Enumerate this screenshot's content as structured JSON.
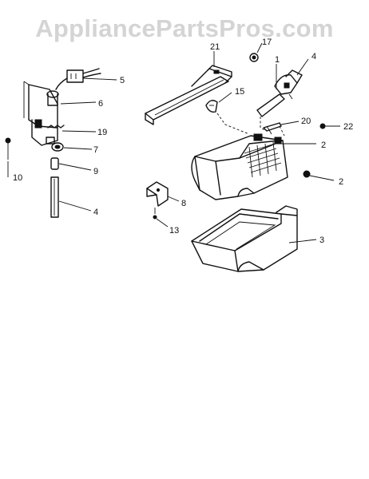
{
  "watermark": "AppliancePartsPros.com",
  "labels": {
    "l1": "1",
    "l2a": "2",
    "l2b": "2",
    "l3": "3",
    "l4a": "4",
    "l4b": "4",
    "l5": "5",
    "l6": "6",
    "l7": "7",
    "l8": "8",
    "l9": "9",
    "l10": "10",
    "l13": "13",
    "l15": "15",
    "l17": "17",
    "l19": "19",
    "l20": "20",
    "l21": "21",
    "l22": "22"
  }
}
